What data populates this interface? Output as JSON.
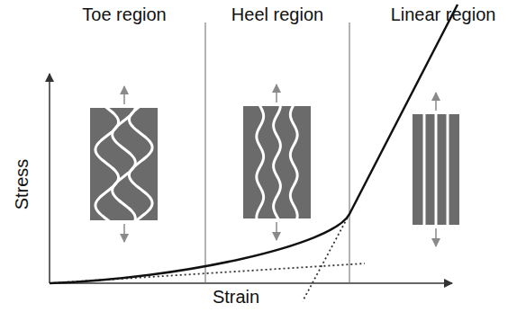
{
  "diagram": {
    "labels": [
      "Toe region",
      "Heel region",
      "Linear region",
      "Stress",
      "Strain"
    ]
  }
}
